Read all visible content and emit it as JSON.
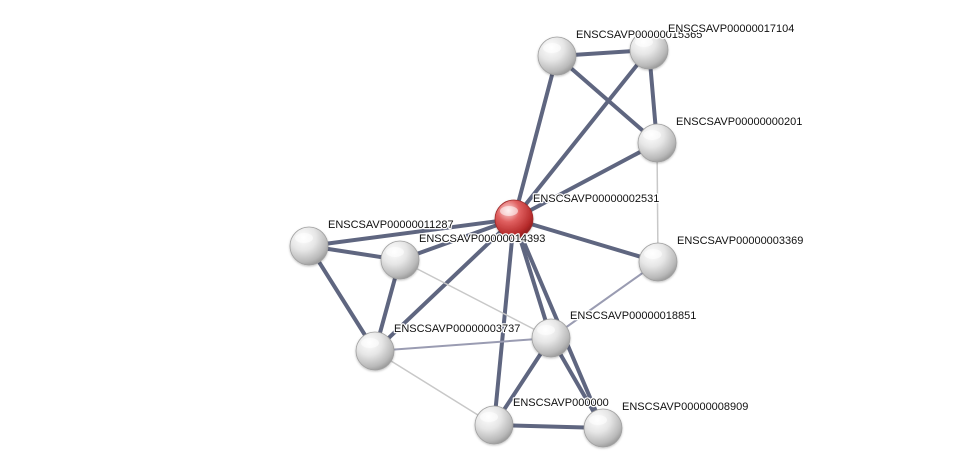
{
  "network": {
    "nodes": [
      {
        "id": "n15365",
        "label": "ENSCSAVP00000015365",
        "color": "#d8d8d8",
        "query": false
      },
      {
        "id": "n17104",
        "label": "ENSCSAVP00000017104",
        "color": "#d8d8d8",
        "query": false
      },
      {
        "id": "n201",
        "label": "ENSCSAVP00000000201",
        "color": "#d8d8d8",
        "query": false
      },
      {
        "id": "n2531",
        "label": "ENSCSAVP00000002531",
        "color": "#d04040",
        "query": true
      },
      {
        "id": "n11287",
        "label": "ENSCSAVP00000011287",
        "color": "#d8d8d8",
        "query": false
      },
      {
        "id": "n14393",
        "label": "ENSCSAVP00000014393",
        "color": "#d8d8d8",
        "query": false
      },
      {
        "id": "n3369",
        "label": "ENSCSAVP00000003369",
        "color": "#d8d8d8",
        "query": false
      },
      {
        "id": "n3737",
        "label": "ENSCSAVP00000003737",
        "color": "#d8d8d8",
        "query": false
      },
      {
        "id": "n18851",
        "label": "ENSCSAVP00000018851",
        "color": "#d8d8d8",
        "query": false
      },
      {
        "id": "n01xxx",
        "label": "ENSCSAVP000000",
        "color": "#d8d8d8",
        "query": false
      },
      {
        "id": "n8909",
        "label": "ENSCSAVP00000008909",
        "color": "#d8d8d8",
        "query": false
      }
    ],
    "edges": [
      {
        "source": "n15365",
        "target": "n17104",
        "strength": "strong"
      },
      {
        "source": "n15365",
        "target": "n201",
        "strength": "strong"
      },
      {
        "source": "n17104",
        "target": "n201",
        "strength": "strong"
      },
      {
        "source": "n15365",
        "target": "n2531",
        "strength": "strong"
      },
      {
        "source": "n17104",
        "target": "n2531",
        "strength": "strong"
      },
      {
        "source": "n201",
        "target": "n2531",
        "strength": "strong"
      },
      {
        "source": "n201",
        "target": "n3369",
        "strength": "weak"
      },
      {
        "source": "n2531",
        "target": "n3369",
        "strength": "strong"
      },
      {
        "source": "n2531",
        "target": "n11287",
        "strength": "strong"
      },
      {
        "source": "n2531",
        "target": "n14393",
        "strength": "strong"
      },
      {
        "source": "n2531",
        "target": "n3737",
        "strength": "strong"
      },
      {
        "source": "n2531",
        "target": "n18851",
        "strength": "strong"
      },
      {
        "source": "n2531",
        "target": "n01xxx",
        "strength": "strong"
      },
      {
        "source": "n2531",
        "target": "n8909",
        "strength": "strong"
      },
      {
        "source": "n11287",
        "target": "n14393",
        "strength": "strong"
      },
      {
        "source": "n11287",
        "target": "n3737",
        "strength": "strong"
      },
      {
        "source": "n14393",
        "target": "n3737",
        "strength": "strong"
      },
      {
        "source": "n14393",
        "target": "n18851",
        "strength": "weak"
      },
      {
        "source": "n3737",
        "target": "n18851",
        "strength": "medium"
      },
      {
        "source": "n3737",
        "target": "n01xxx",
        "strength": "weak"
      },
      {
        "source": "n3369",
        "target": "n18851",
        "strength": "medium"
      },
      {
        "source": "n18851",
        "target": "n01xxx",
        "strength": "strong"
      },
      {
        "source": "n18851",
        "target": "n8909",
        "strength": "strong"
      },
      {
        "source": "n01xxx",
        "target": "n8909",
        "strength": "strong"
      }
    ],
    "edge_colors": {
      "strong": "#5f6680",
      "medium": "#9a9cb2",
      "weak": "#c8c8c8"
    }
  }
}
